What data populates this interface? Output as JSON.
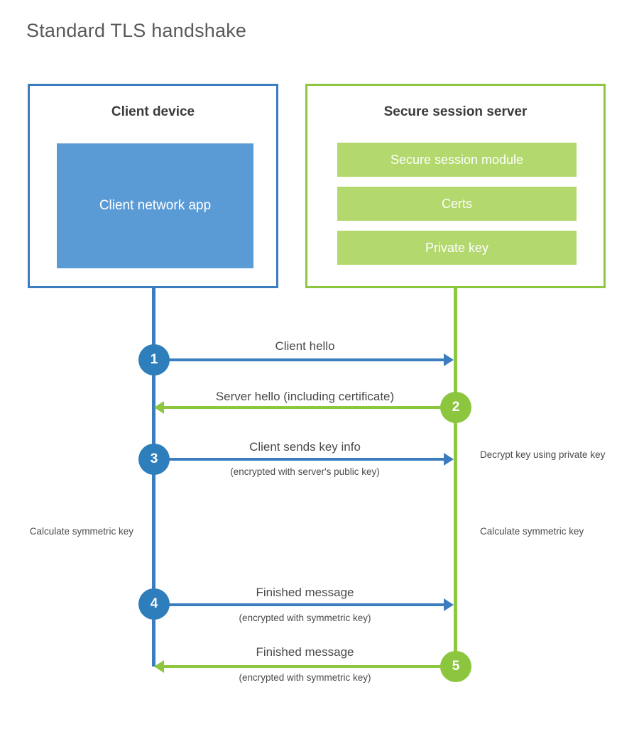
{
  "title": "Standard TLS handshake",
  "colors": {
    "client_blue_border": "#3b7dbf",
    "client_app_fill": "#5b9bd5",
    "server_green_border": "#8dc63f",
    "server_bar_fill": "#b3d86e",
    "step_circle_blue": "#2f7ebc",
    "step_circle_green": "#8cc63e",
    "title_text": "#58595b",
    "body_text": "#4a4a4c",
    "background": "#ffffff"
  },
  "client": {
    "title": "Client device",
    "app_label": "Client network app"
  },
  "server": {
    "title": "Secure session server",
    "bars": [
      {
        "label": "Secure session module"
      },
      {
        "label": "Certs"
      },
      {
        "label": "Private key"
      }
    ]
  },
  "steps": [
    {
      "number": "1",
      "label": "Client hello",
      "sublabel": "",
      "direction": "client-to-server",
      "color": "blue"
    },
    {
      "number": "2",
      "label": "Server hello (including certificate)",
      "sublabel": "",
      "direction": "server-to-client",
      "color": "green"
    },
    {
      "number": "3",
      "label": "Client sends key info",
      "sublabel": "(encrypted with server's public key)",
      "direction": "client-to-server",
      "color": "blue"
    },
    {
      "number": "4",
      "label": "Finished message",
      "sublabel": "(encrypted with symmetric key)",
      "direction": "client-to-server",
      "color": "blue"
    },
    {
      "number": "5",
      "label": "Finished message",
      "sublabel": "(encrypted with symmetric key)",
      "direction": "server-to-client",
      "color": "green"
    }
  ],
  "notes": {
    "server_decrypt": "Decrypt key using private key",
    "client_calculate": "Calculate symmetric key",
    "server_calculate": "Calculate symmetric key"
  }
}
